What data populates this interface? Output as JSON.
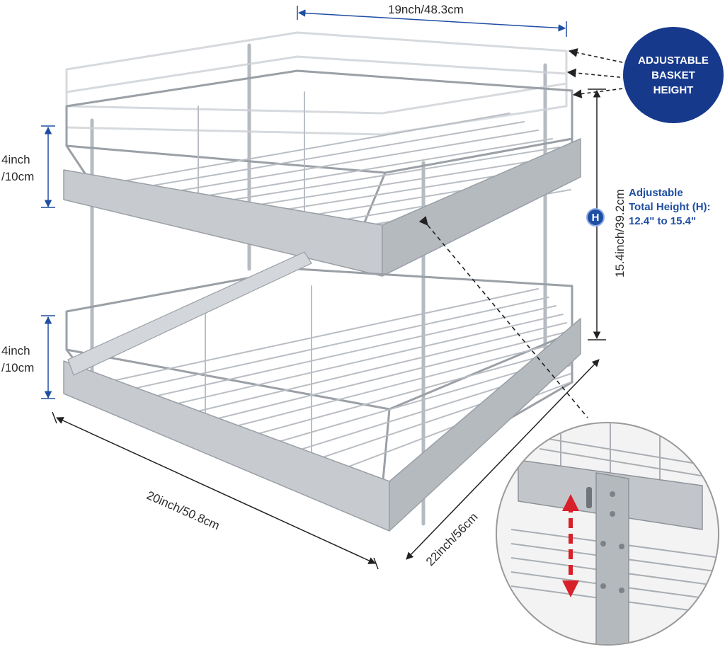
{
  "dimensions": {
    "top_width": "19nch/48.3cm",
    "upper_spacing_line1": "4inch",
    "upper_spacing_line2": "/10cm",
    "lower_spacing_line1": "4inch",
    "lower_spacing_line2": "/10cm",
    "height": "15.4inch/39.2cm",
    "front_width": "20inch/50.8cm",
    "depth": "22inch/56cm"
  },
  "badge": {
    "text": "ADJUSTABLE\nBASKET\nHEIGHT"
  },
  "total_height": {
    "marker": "H",
    "line1": "Adjustable",
    "line2": "Total Height (H):",
    "line3": "12.4\" to 15.4\""
  },
  "colors": {
    "accent_blue": "#1f4ea3",
    "badge_navy": "#16398c",
    "metal": "#9aa0a6",
    "arrow_red": "#d8202a"
  }
}
